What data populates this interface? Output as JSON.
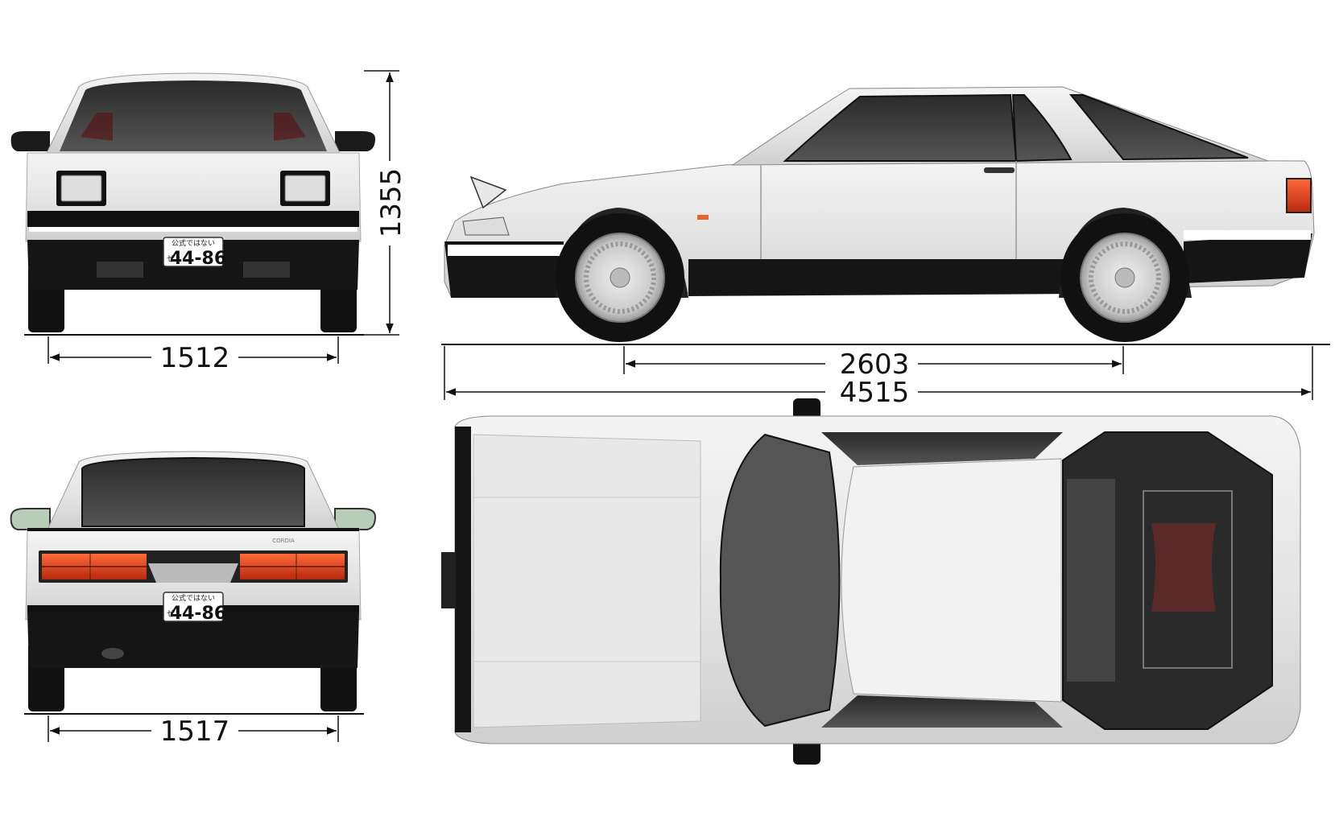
{
  "dimensions": {
    "front_track": "1512",
    "rear_track": "1517",
    "height": "1355",
    "wheelbase": "2603",
    "length": "4515"
  },
  "plate": {
    "top_text": "公式ではない",
    "prefix": "せ",
    "number": "44-86"
  },
  "views": [
    "front-view",
    "rear-view",
    "side-view",
    "top-view"
  ],
  "colors": {
    "body": "#e6e6e6",
    "trim": "#111111",
    "glass": "#3a3a3a",
    "taillight": "#d23a1a",
    "dimension_line": "#111111"
  }
}
